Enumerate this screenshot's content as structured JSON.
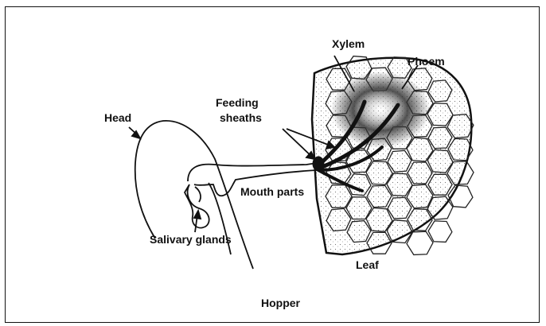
{
  "figure": {
    "labels": {
      "xylem": "Xylem",
      "phloem": "Phoem",
      "feeding_sheaths": [
        "Feeding",
        "sheaths"
      ],
      "head": "Head",
      "mouth_parts": "Mouth parts",
      "salivary_glands": "Salivary glands",
      "leaf": "Leaf",
      "caption": "Hopper"
    },
    "colors": {
      "ink": "#111111",
      "background": "#ffffff",
      "vascular_shading": "#555555"
    }
  }
}
